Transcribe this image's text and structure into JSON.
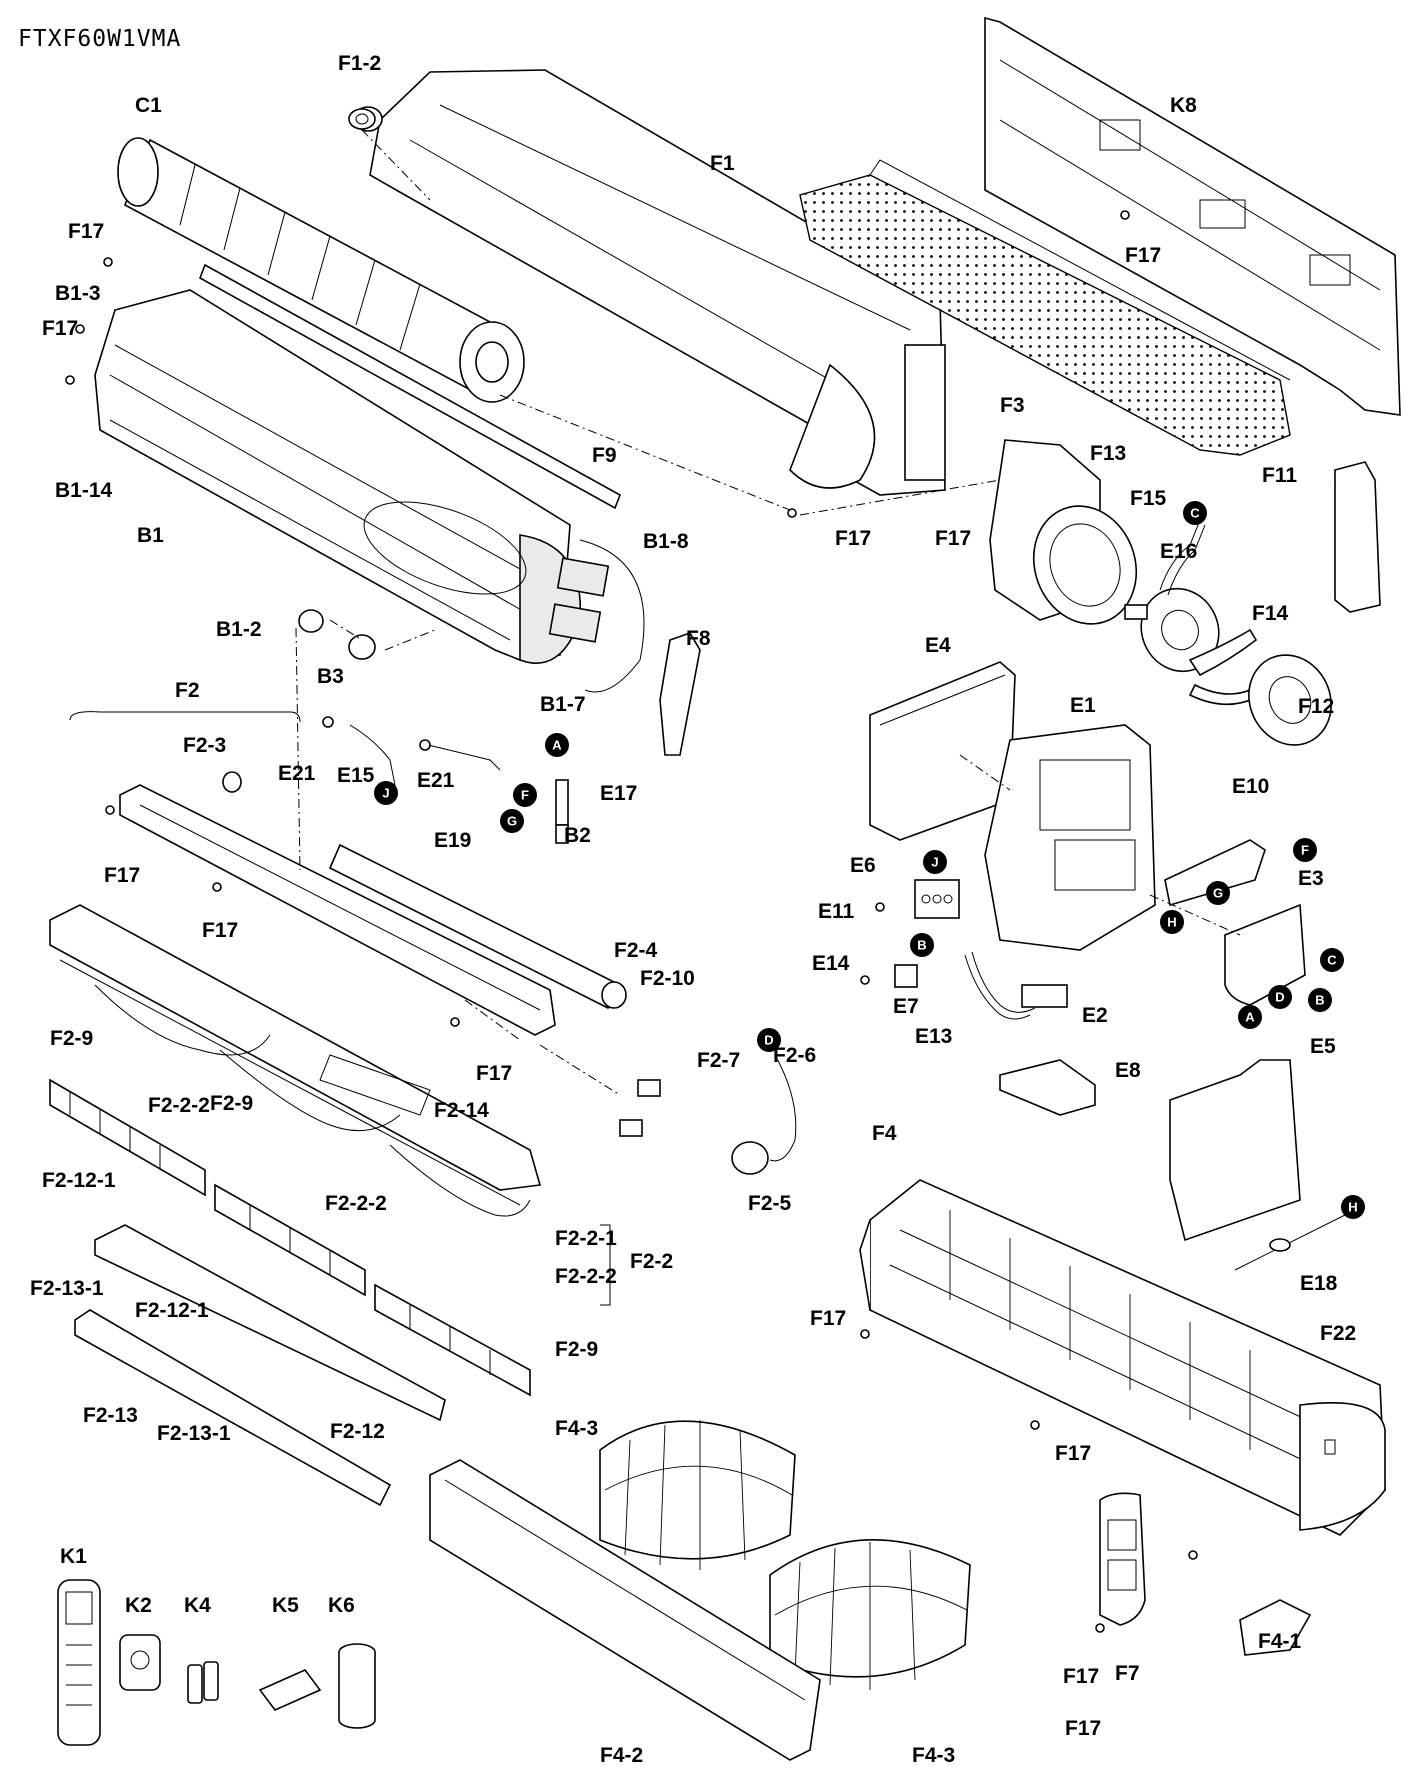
{
  "model": "FTXF60W1VMA",
  "labels": [
    "F1-2",
    "C1",
    "F1",
    "K8",
    "F17",
    "F17",
    "B1-3",
    "F17",
    "F9",
    "B1-14",
    "B1",
    "F3",
    "F13",
    "F15",
    "F11",
    "F17",
    "F17",
    "E16",
    "B1-8",
    "F8",
    "F14",
    "B1-2",
    "B3",
    "F12",
    "F2",
    "B1-7",
    "E4",
    "E1",
    "F2-3",
    "E21",
    "E15",
    "E21",
    "E17",
    "E19",
    "B2",
    "E10",
    "F17",
    "F17",
    "E6",
    "E3",
    "E11",
    "F2-4",
    "F2-10",
    "E14",
    "E7",
    "E13",
    "E2",
    "F2-6",
    "F17",
    "F2-7",
    "F2-9",
    "F2-2-2",
    "F2-14",
    "E8",
    "E5",
    "F2-9",
    "F2-5",
    "F4",
    "F2-12-1",
    "F2-2-2",
    "F2-2-1",
    "F2-2",
    "F2-2-2",
    "F2-13-1",
    "F2-12-1",
    "F2-9",
    "F17",
    "F22",
    "E18",
    "F2-13",
    "F2-12",
    "F2-13-1",
    "F4-3",
    "F17",
    "K1",
    "K2",
    "K4",
    "K5",
    "K6",
    "F17",
    "F7",
    "F4-1",
    "F17",
    "F4-2",
    "F4-3"
  ],
  "markers": [
    "C",
    "A",
    "J",
    "F",
    "G",
    "J",
    "F",
    "G",
    "H",
    "B",
    "C",
    "D",
    "B",
    "A",
    "D",
    "H"
  ]
}
